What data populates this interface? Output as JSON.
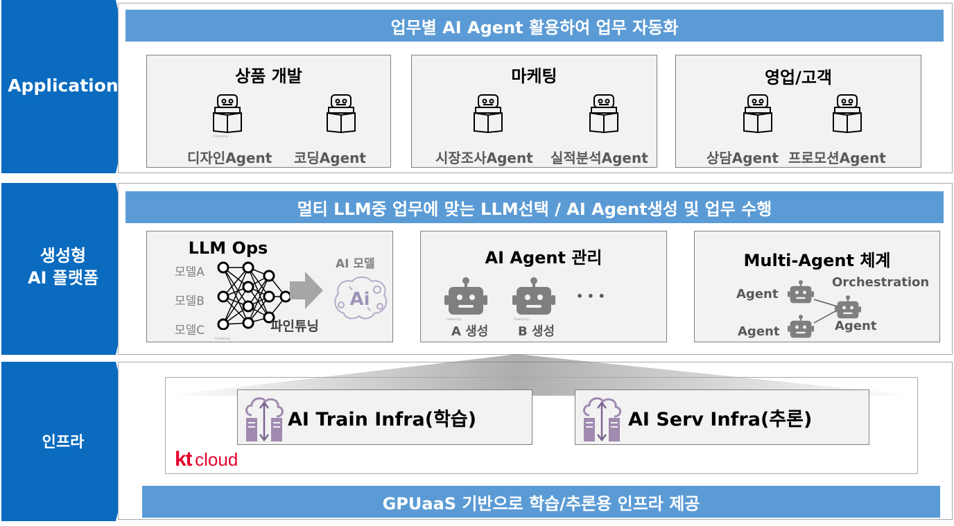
{
  "layers": {
    "application": "Application",
    "platform_line1": "생성형",
    "platform_line2": "AI 플랫폼",
    "infra": "인프라"
  },
  "application": {
    "banner": "업무별 AI Agent 활용하여 업무 자동화",
    "groups": [
      {
        "title": "상품 개발",
        "agents": [
          "디자인Agent",
          "코딩Agent"
        ]
      },
      {
        "title": "마케팅",
        "agents": [
          "시장조사Agent",
          "실적분석Agent"
        ]
      },
      {
        "title": "영업/고객",
        "agents": [
          "상담Agent",
          "프로모션Agent"
        ]
      }
    ]
  },
  "platform": {
    "banner": "멀티 LLM중 업무에 맞는 LLM선택 / AI Agent생성 및 업무 수행",
    "llmops": {
      "title": "LLM Ops",
      "models": [
        "모델A",
        "모델B",
        "모델C"
      ],
      "finetune": "파인튜닝",
      "ai_model": "AI 모델",
      "ai_badge": "Ai"
    },
    "agent_mgmt": {
      "title": "AI Agent 관리",
      "labels": [
        "A 생성",
        "B 생성"
      ],
      "ellipsis": "• • •"
    },
    "multi_agent": {
      "title": "Multi-Agent 체계",
      "orchestration": "Orchestration",
      "agent_labels": [
        "Agent",
        "Agent",
        "Agent"
      ]
    }
  },
  "infra": {
    "train": "AI Train Infra(학습)",
    "serv": "AI Serv Infra(추론)",
    "logo_kt": "kt",
    "logo_cloud": "cloud",
    "banner": "GPUaaS 기반으로 학습/추론용 인프라 제공"
  },
  "colors": {
    "chevron": "#0a6bbf",
    "banner": "#5b9bd5",
    "box_bg": "#f2f2f2",
    "logo_red": "#e4002b"
  },
  "icons": {
    "robot_reader": "robot-book-icon",
    "robot_head": "robot-head-icon",
    "cloud_server": "cloud-server-icon",
    "neural_net": "neural-network-icon",
    "brain": "ai-brain-icon",
    "arrow": "right-arrow-icon"
  }
}
